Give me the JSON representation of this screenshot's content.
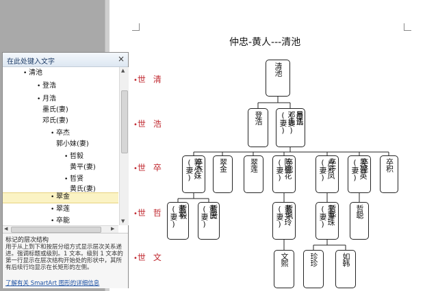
{
  "document": {
    "title": "仲忠-黄人---清池",
    "generations": [
      {
        "label": "世",
        "value": "清"
      },
      {
        "label": "世",
        "value": "浩"
      },
      {
        "label": "世",
        "value": "卒"
      },
      {
        "label": "世",
        "value": "哲"
      },
      {
        "label": "世",
        "value": "文"
      }
    ]
  },
  "pane": {
    "title": "在此处键入文字",
    "close": "×",
    "items": [
      "清池",
      "登浩",
      "月浩",
      "墨氏(妻)",
      "邓氏(妻)",
      "卒杰",
      "郭小妹(妻)",
      "哲毅",
      "黄平(妻)",
      "哲贤",
      "黄氏(妻)",
      "翠金",
      "翠莲",
      "卒能"
    ],
    "desc_title": "标记的层次结构",
    "desc_body": "用于从上到下和按层分组方式显示层次关系递进。强调标题或级别。1 文本。级别 1 文本的第一行显示在层次结构开始处的形状中，其所有后续行均显示在长矩形的左侧。",
    "desc_link": "了解有关 SmartArt 图形的详细信息"
  },
  "chart": {
    "n_root": "清池",
    "n_dengzhao": "登浩",
    "n_yuehao_a": "邓氏(妻)",
    "n_yuehao_b": "墨氏(妻)",
    "n_yuehao_c": "月浩",
    "n_zujie_a": "郭小妹(妻)",
    "n_zujie_b": "卒杰",
    "n_cuijin": "翠金",
    "n_cuilian": "翠莲",
    "n_zuneng_a": "陈桃花(妻)",
    "n_zuneng_b": "卒能",
    "n_zugan_a": "卢彩凤(妻)",
    "n_zugan_b": "卒干",
    "n_zujian_a": "吴碧英(妻)",
    "n_zujian_b": "卒坚",
    "n_zuji": "卒积",
    "n_zheyi_a": "黄平(妻)",
    "n_zheyi_b": "哲毅",
    "n_zhexian_a": "黄氏(妻)",
    "n_zhexian_b": "哲贤",
    "n_zhekai_a": "黄华玲(妻)",
    "n_zhekai_b": "哲凯",
    "n_zhehua_a": "吴重珠(妻)",
    "n_zhehua_b": "哲华",
    "n_zhecong": "哲聪",
    "n_wenxi": "文熙",
    "n_zhenzhen": "珍珍",
    "n_ruhan": "如韩"
  }
}
